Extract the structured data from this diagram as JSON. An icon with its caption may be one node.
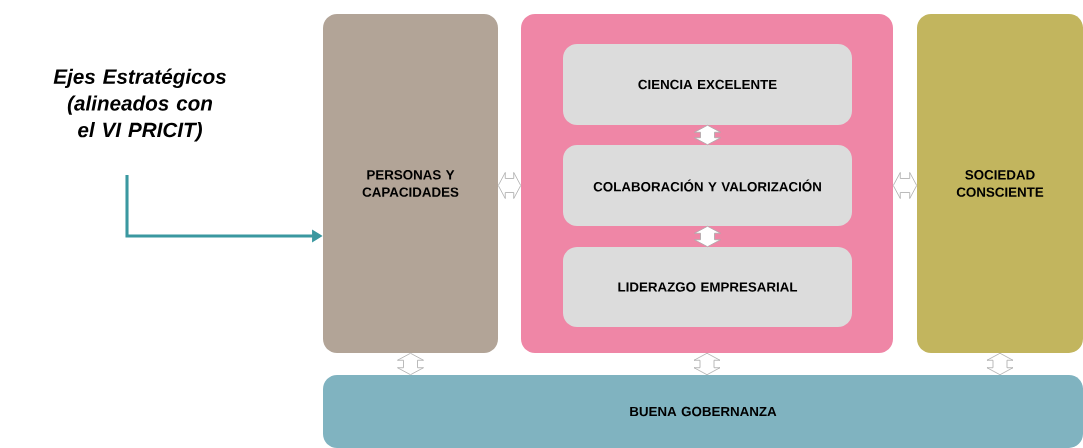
{
  "diagram": {
    "nodes": [
      {
        "text": [
          "Ejes Estratégicos (alineados con el VI PRICIT)"
        ]
      },
      {
        "text": [
          "PERSONAS Y CAPACIDADES"
        ]
      },
      {
        "text": [],
        "shape": "box"
      },
      {
        "text": [
          "CIENCIA EXCELENTE"
        ],
        "in": 2
      },
      {
        "text": [
          "COLABORACIÓN Y VALORIZACIÓN"
        ],
        "in": 2
      },
      {
        "text": [
          "LIDERAZGO EMPRESARIAL"
        ],
        "in": 2
      },
      {
        "text": [
          "SOCIEDAD CONSCIENTE"
        ]
      },
      {
        "text": [
          "BUENA GOBERNANZA"
        ]
      }
    ],
    "edges": [
      {
        "from": 0,
        "to": 1,
        "arrow": "to",
        "color": "#3a98a0"
      },
      {
        "from": 1,
        "to": 2,
        "arrow": "both"
      },
      {
        "from": 2,
        "to": 6,
        "arrow": "both"
      },
      {
        "from": 3,
        "to": 4,
        "arrow": "both"
      },
      {
        "from": 4,
        "to": 5,
        "arrow": "both"
      },
      {
        "from": 1,
        "to": 7,
        "arrow": "both"
      },
      {
        "from": 2,
        "to": 7,
        "arrow": "both"
      },
      {
        "from": 6,
        "to": 7,
        "arrow": "both"
      }
    ]
  }
}
